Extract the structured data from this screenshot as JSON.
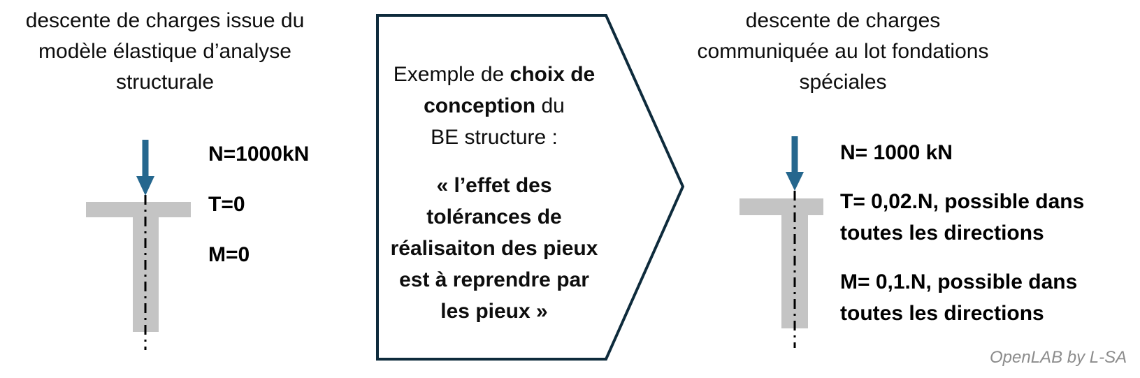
{
  "left_panel": {
    "title": "descente de charges issue du\nmodèle élastique d’analyse\nstructurale",
    "loads": {
      "n": "N=1000kN",
      "t": "T=0",
      "m": "M=0"
    }
  },
  "callout": {
    "intro_line1_regular": "Exemple de ",
    "intro_line1_bold": "choix de",
    "intro_line2_bold": "conception",
    "intro_line2_regular": " du",
    "intro_line3": "BE structure :",
    "quote": "« l’effet des\ntolérances de\nréalisaiton des pieux\nest à reprendre par\nles pieux »"
  },
  "right_panel": {
    "title": "descente de charges\ncommuniquée au lot fondations\nspéciales",
    "loads": {
      "n": "N= 1000 kN",
      "t": "T= 0,02.N, possible dans\ntoutes les directions",
      "m": "M= 0,1.N, possible dans\ntoutes les directions"
    }
  },
  "watermark": "OpenLAB by L-SA",
  "colors": {
    "arrow_blue": "#25678E",
    "pile_gray": "#C4C4C4",
    "axis_black": "#000000",
    "callout_border": "#0E2B3C",
    "watermark_gray": "#8C8C8C"
  }
}
